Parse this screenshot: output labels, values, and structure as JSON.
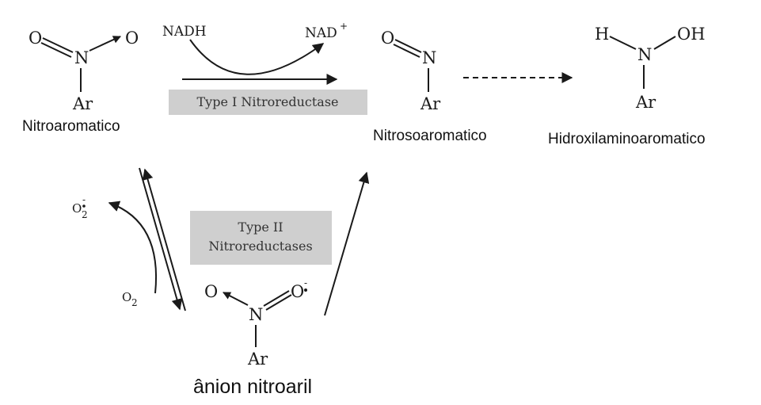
{
  "nodes": {
    "nitroaromatic": {
      "name": "Nitroaromatico",
      "atoms": {
        "o_left": "O",
        "n": "N",
        "o_right": "O",
        "r": "Ar"
      }
    },
    "nitroso": {
      "name": "Nitrosoaromatico",
      "atoms": {
        "o": "O",
        "n": "N",
        "r": "Ar"
      }
    },
    "hydroxylamine": {
      "name": "Hidroxilaminoaromatico",
      "atoms": {
        "h": "H",
        "n": "N",
        "oh": "OH",
        "r": "Ar"
      }
    },
    "radical_anion": {
      "name": "ânion nitroaril",
      "atoms": {
        "o_left": "O",
        "n": "N",
        "o_right": "O",
        "charge": "-",
        "r": "Ar"
      }
    }
  },
  "reagents": {
    "nadh": "NADH",
    "nad_plus": "NAD",
    "nad_charge": "+",
    "o2": "O",
    "o2_sub": "2",
    "superoxide": "O",
    "superoxide_sub": "2",
    "superoxide_charge": "-"
  },
  "enzymes": {
    "type1": "Type I Nitroreductase",
    "type2_line1": "Type II",
    "type2_line2": "Nitroreductases"
  },
  "colors": {
    "enzyme_box": "#cfcfcf",
    "ink": "#1a1a1a"
  }
}
